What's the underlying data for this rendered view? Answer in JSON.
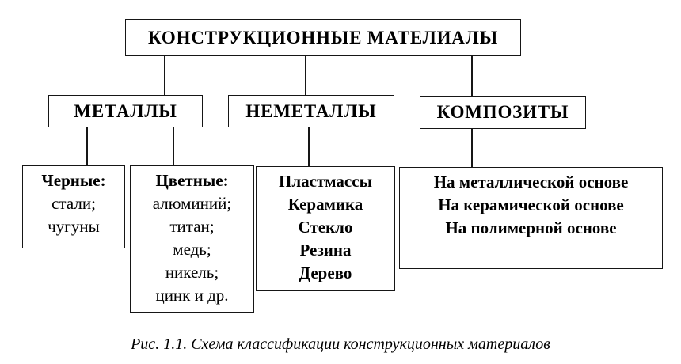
{
  "diagram": {
    "root": {
      "label": "КОНСТРУКЦИОННЫЕ МАТЕЛИАЛЫ"
    },
    "level2": {
      "metals": "МЕТАЛЛЫ",
      "nonmetals": "НЕМЕТАЛЛЫ",
      "composites": "КОМПОЗИТЫ"
    },
    "level3": {
      "ferrous": {
        "heading": "Черные:",
        "items": [
          "стали;",
          "чугуны"
        ]
      },
      "nonferrous": {
        "heading": "Цветные:",
        "items": [
          "алюминий;",
          "титан;",
          "медь;",
          "никель;",
          "цинк и др."
        ]
      },
      "nonmetal_types": {
        "items": [
          "Пластмассы",
          "Керамика",
          "Стекло",
          "Резина",
          "Дерево"
        ]
      },
      "composite_types": {
        "items": [
          "На металлической основе",
          "На керамической основе",
          "На полимерной основе"
        ]
      }
    },
    "caption": "Рис. 1.1. Схема классификации конструкционных материалов"
  },
  "colors": {
    "background": "#ffffff",
    "border": "#161616",
    "text": "#000000"
  }
}
